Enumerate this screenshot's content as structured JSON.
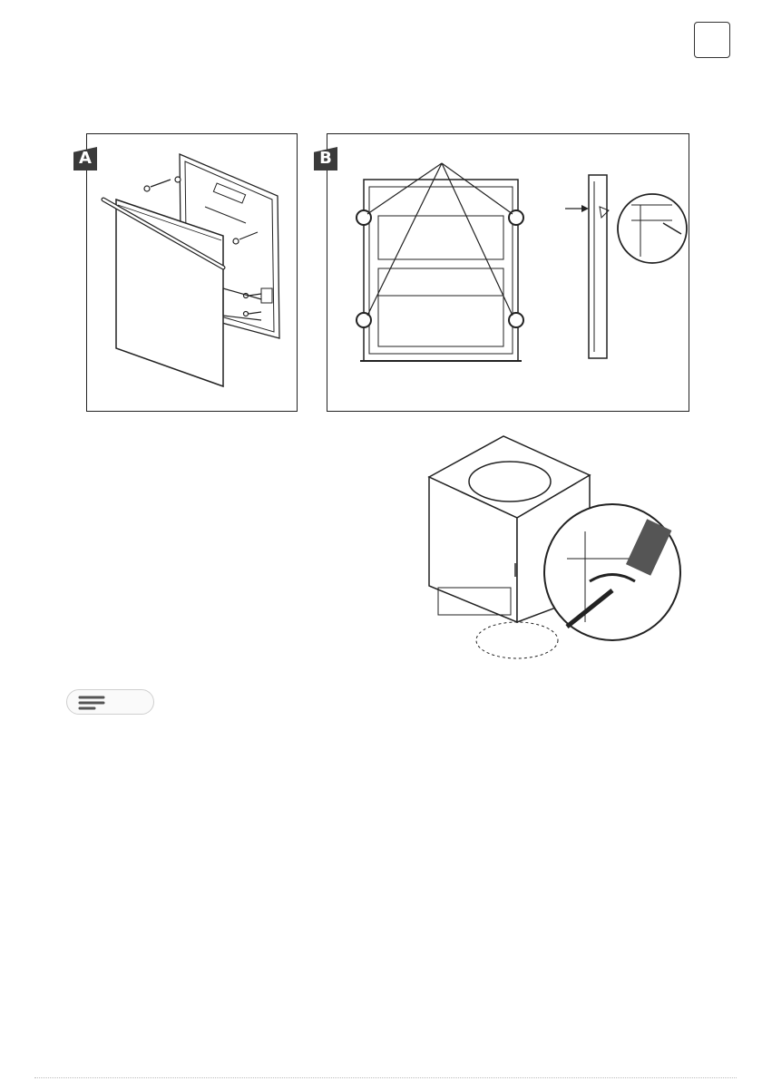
{
  "figures": {
    "panel_a": {
      "label": "A"
    },
    "panel_b": {
      "label": "B"
    }
  },
  "icons": {
    "note": "note-lines-icon",
    "page_marker": "blank-page-box"
  },
  "colors": {
    "line": "#222222",
    "tab_bg": "#3a3a3a",
    "tab_text": "#ffffff",
    "pill_border": "#cfcfcf"
  }
}
